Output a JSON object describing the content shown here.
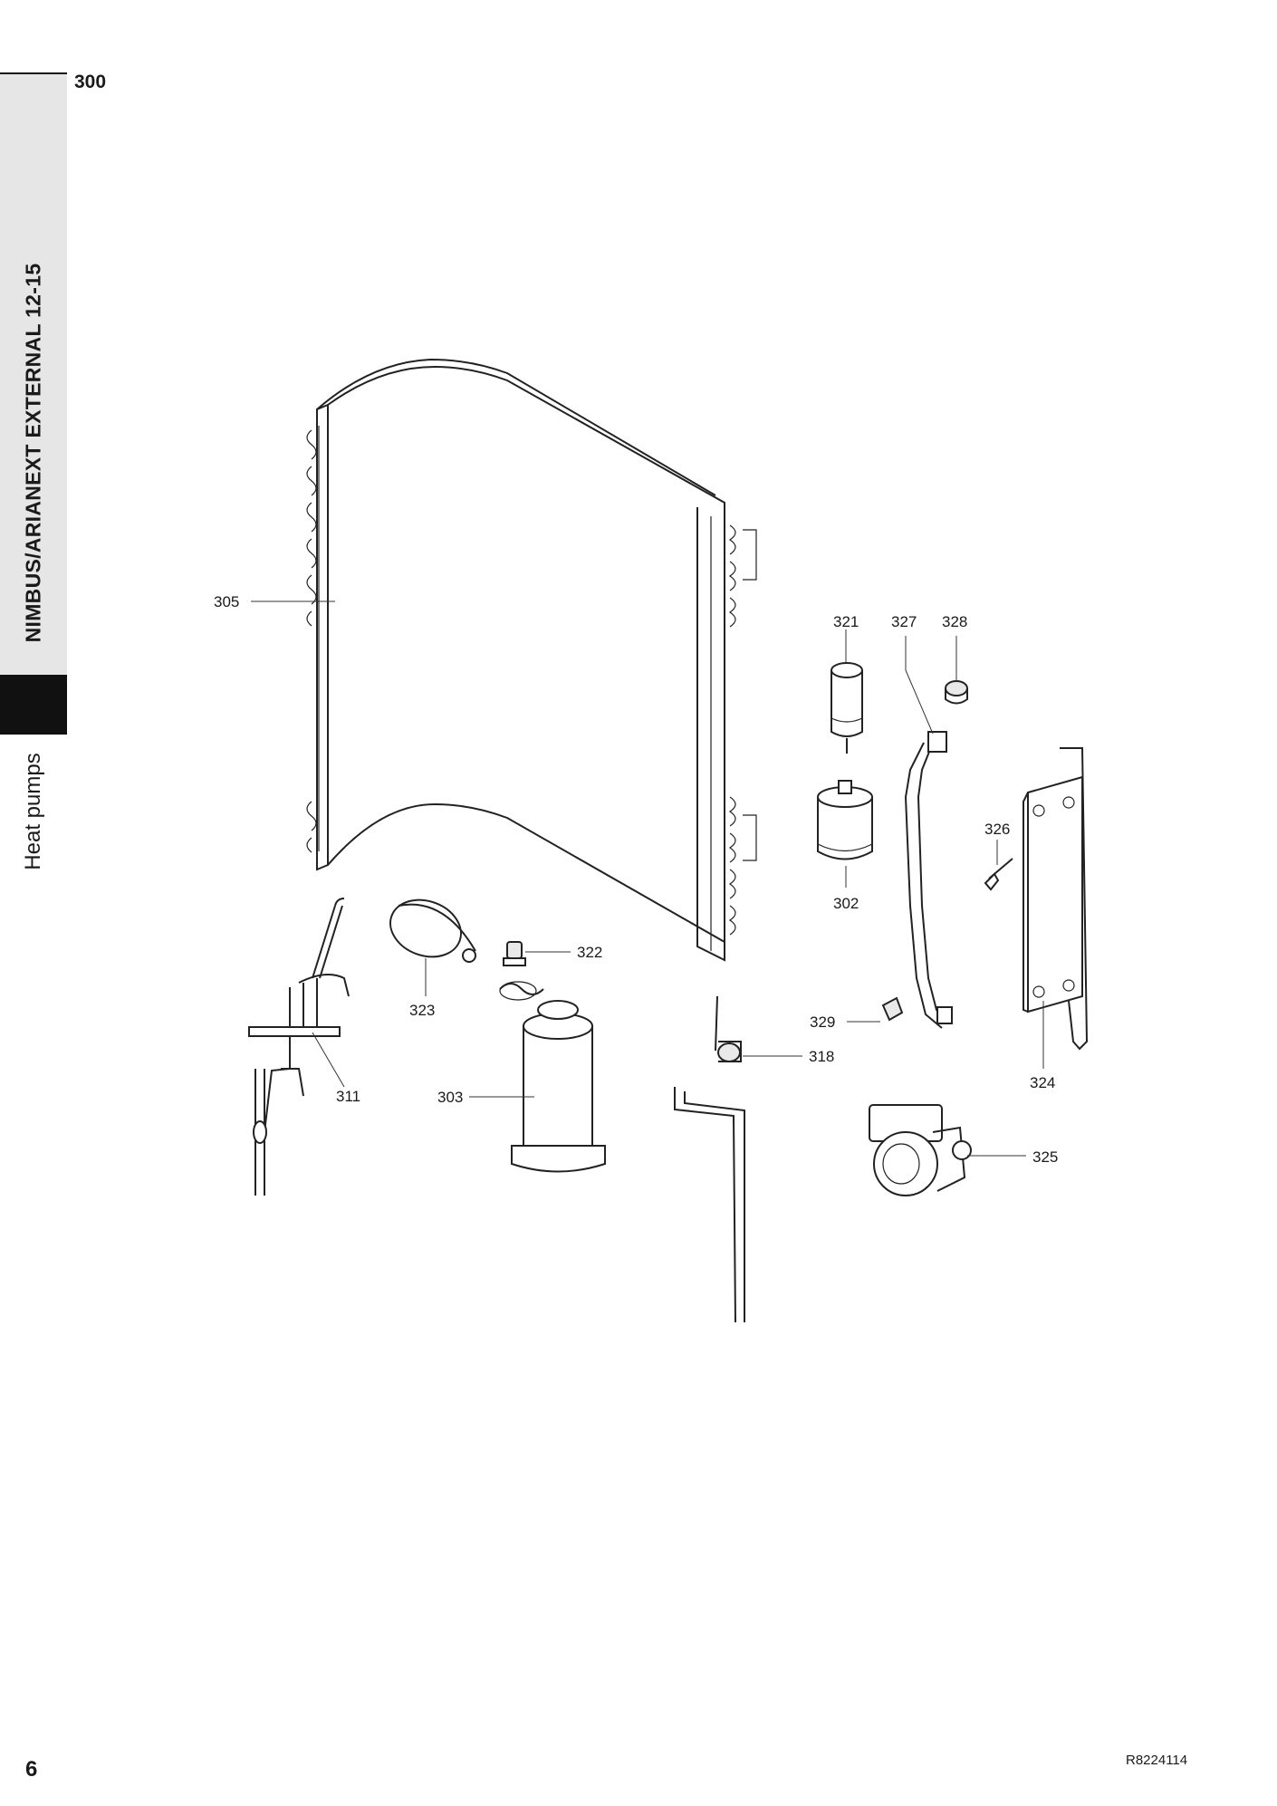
{
  "header": {
    "section_number": "300"
  },
  "sidebar": {
    "title": "NIMBUS/ARIANEXT EXTERNAL 12-15",
    "category": "Heat pumps"
  },
  "diagram": {
    "callouts": [
      {
        "id": "305",
        "label": "305"
      },
      {
        "id": "321",
        "label": "321"
      },
      {
        "id": "327",
        "label": "327"
      },
      {
        "id": "328",
        "label": "328"
      },
      {
        "id": "326",
        "label": "326"
      },
      {
        "id": "302",
        "label": "302"
      },
      {
        "id": "322",
        "label": "322"
      },
      {
        "id": "323",
        "label": "323"
      },
      {
        "id": "329",
        "label": "329"
      },
      {
        "id": "318",
        "label": "318"
      },
      {
        "id": "324",
        "label": "324"
      },
      {
        "id": "311",
        "label": "311"
      },
      {
        "id": "303",
        "label": "303"
      },
      {
        "id": "325",
        "label": "325"
      }
    ]
  },
  "footer": {
    "page_number": "6",
    "doc_code": "R8224114"
  }
}
